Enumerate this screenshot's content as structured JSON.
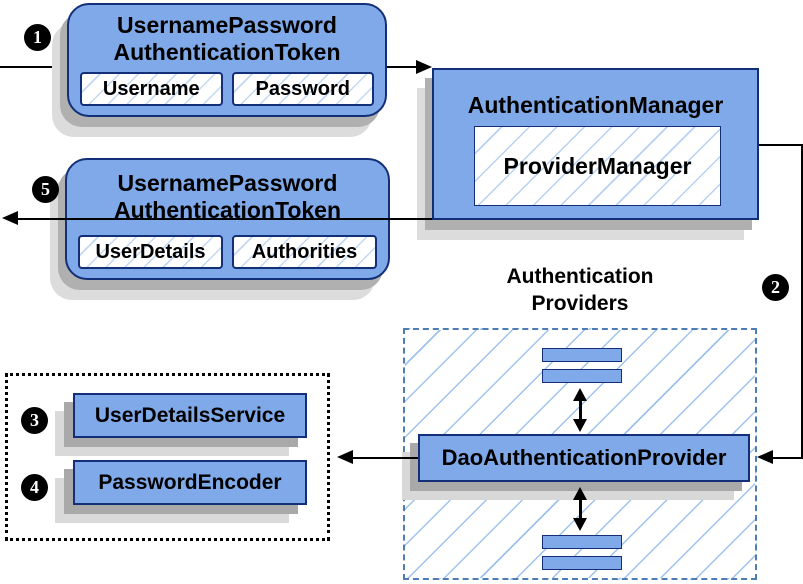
{
  "steps": [
    {
      "number": "1"
    },
    {
      "number": "2"
    },
    {
      "number": "3"
    },
    {
      "number": "4"
    },
    {
      "number": "5"
    }
  ],
  "nodes": {
    "request_token": {
      "title_line1": "UsernamePassword",
      "title_line2": "AuthenticationToken",
      "fields": [
        {
          "label": "Username"
        },
        {
          "label": "Password"
        }
      ]
    },
    "authentication_manager": {
      "title": "AuthenticationManager",
      "inner_label": "ProviderManager"
    },
    "response_token": {
      "title_line1": "UsernamePassword",
      "title_line2": "AuthenticationToken",
      "fields": [
        {
          "label": "UserDetails"
        },
        {
          "label": "Authorities"
        }
      ]
    },
    "authentication_providers": {
      "label_line1": "Authentication",
      "label_line2": "Providers",
      "provider_label": "DaoAuthenticationProvider"
    },
    "services": [
      {
        "label": "UserDetailsService"
      },
      {
        "label": "PasswordEncoder"
      }
    ]
  },
  "colors": {
    "node_fill": "#7FA9E8",
    "node_border": "#132F77",
    "hatch_line": "#9DC2EE",
    "providers_dashed_border": "#4E7DB5",
    "connector": "#000000",
    "shadow_dark": "#B0B0B0",
    "shadow_light": "#DCDCDC",
    "background": "#FFFFFF"
  }
}
